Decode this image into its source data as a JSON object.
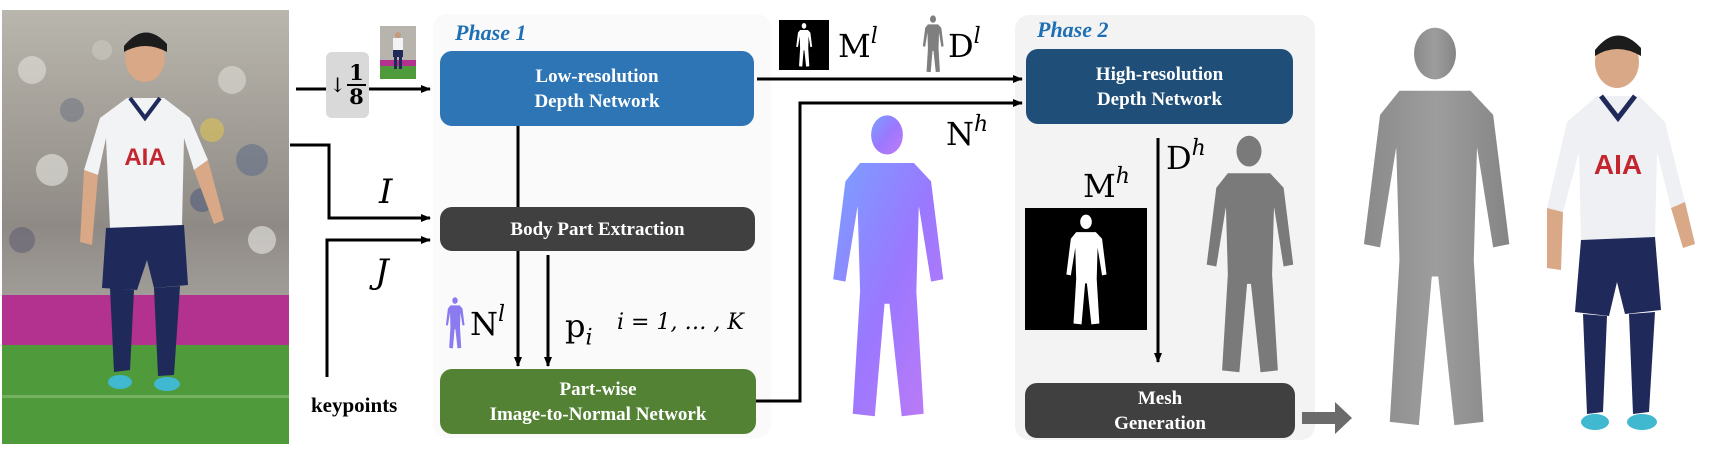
{
  "figure": {
    "input_image": {
      "description": "Soccer player in white Tottenham jersey with AIA sponsor, stadium background"
    },
    "downsample": {
      "arrow": "↓",
      "numerator": "1",
      "denominator": "8"
    },
    "labels": {
      "I": "I",
      "J": "J",
      "keypoints": "keypoints",
      "N_l": {
        "base": "N",
        "sup": "l"
      },
      "p_i": {
        "base": "p",
        "sub": "i"
      },
      "range": "i = 1, … , K",
      "M_l": {
        "base": "M",
        "sup": "l"
      },
      "D_l": {
        "base": "D",
        "sup": "l"
      },
      "N_h": {
        "base": "N",
        "sup": "h"
      },
      "M_h": {
        "base": "M",
        "sup": "h"
      },
      "D_h": {
        "base": "D",
        "sup": "h"
      }
    },
    "phase1": {
      "title": "Phase 1",
      "low_res_network": [
        "Low-resolution",
        "Depth Network"
      ],
      "body_part_extraction": "Body Part Extraction",
      "part_wise_network": [
        "Part-wise",
        "Image-to-Normal Network"
      ]
    },
    "phase2": {
      "title": "Phase 2",
      "high_res_network": [
        "High-resolution",
        "Depth Network"
      ],
      "mesh_generation": [
        "Mesh",
        "Generation"
      ]
    },
    "outputs": {
      "mesh_render": "Gray 3D mesh reconstruction",
      "textured_render": "Textured 3D reconstruction"
    },
    "colors": {
      "low_res": "#2e75b6",
      "high_res": "#1f4e79",
      "body_part": "#404040",
      "part_wise": "#548235",
      "mesh": "#404040",
      "phase_title": "#1f6fb4",
      "phase1_bg": "#fafafa",
      "phase2_bg": "#f3f3f3"
    }
  }
}
